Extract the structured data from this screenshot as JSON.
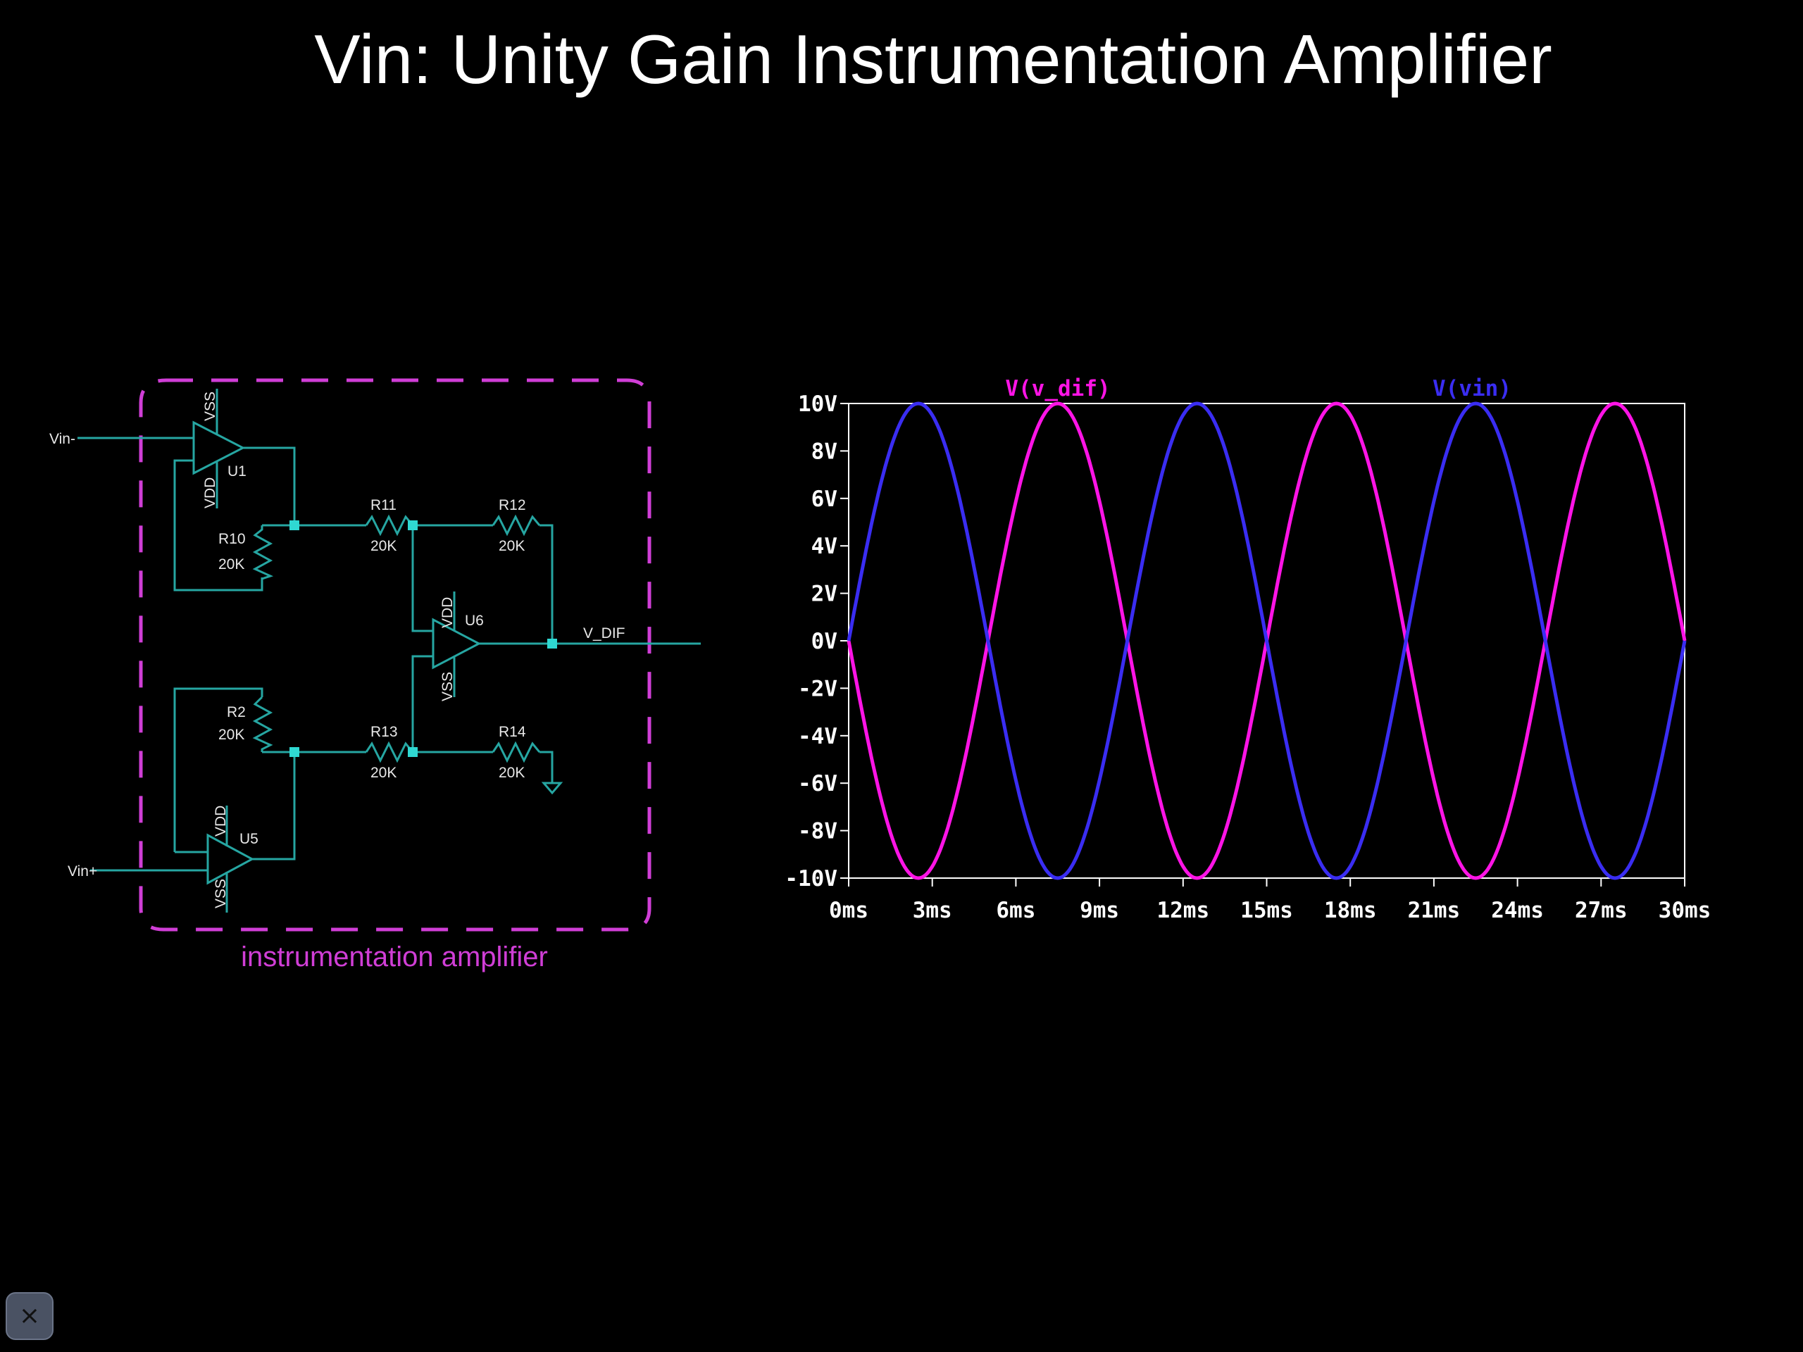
{
  "slide": {
    "title": "Vin: Unity Gain Instrumentation Amplifier",
    "close_icon": "close-icon",
    "close_glyph": "×"
  },
  "schematic": {
    "box_label": "instrumentation amplifier",
    "vin_minus": "Vin-",
    "vin_plus": "Vin+",
    "v_dif": "V_DIF",
    "u1": {
      "ref": "U1",
      "top": "VSS",
      "bottom": "VDD"
    },
    "u5": {
      "ref": "U5",
      "top": "VDD",
      "bottom": "VSS"
    },
    "u6": {
      "ref": "U6",
      "top": "VDD",
      "bottom": "VSS"
    },
    "r10": {
      "ref": "R10",
      "value": "20K"
    },
    "r11": {
      "ref": "R11",
      "value": "20K"
    },
    "r12": {
      "ref": "R12",
      "value": "20K"
    },
    "r2": {
      "ref": "R2",
      "value": "20K"
    },
    "r13": {
      "ref": "R13",
      "value": "20K"
    },
    "r14": {
      "ref": "R14",
      "value": "20K"
    }
  },
  "colors": {
    "wire": "#26a6a2",
    "box": "#d03ed6",
    "vdif": "#ff14e6",
    "vin": "#3a2df2",
    "axis": "#ffffff"
  },
  "chart_data": {
    "type": "line",
    "x_unit": "ms",
    "y_unit": "V",
    "xlim": [
      0,
      30
    ],
    "ylim": [
      -10,
      10
    ],
    "x_ticks": [
      0,
      3,
      6,
      9,
      12,
      15,
      18,
      21,
      24,
      27,
      30
    ],
    "x_tick_labels": [
      "0ms",
      "3ms",
      "6ms",
      "9ms",
      "12ms",
      "15ms",
      "18ms",
      "21ms",
      "24ms",
      "27ms",
      "30ms"
    ],
    "y_ticks": [
      10,
      8,
      6,
      4,
      2,
      0,
      -2,
      -4,
      -6,
      -8,
      -10
    ],
    "y_tick_labels": [
      "10V",
      "8V",
      "6V",
      "4V",
      "2V",
      "0V",
      "-2V",
      "-4V",
      "-6V",
      "-8V",
      "-10V"
    ],
    "series": [
      {
        "name": "V(v_dif)",
        "color": "#ff14e6",
        "x": [
          0,
          2.5,
          5,
          7.5,
          10,
          12.5,
          15,
          17.5,
          20,
          22.5,
          25,
          27.5,
          30
        ],
        "y": [
          0,
          -10,
          0,
          10,
          0,
          -10,
          0,
          10,
          0,
          -10,
          0,
          10,
          0
        ]
      },
      {
        "name": "V(vin)",
        "color": "#3a2df2",
        "x": [
          0,
          2.5,
          5,
          7.5,
          10,
          12.5,
          15,
          17.5,
          20,
          22.5,
          25,
          27.5,
          30
        ],
        "y": [
          0,
          10,
          0,
          -10,
          0,
          10,
          0,
          -10,
          0,
          10,
          0,
          -10,
          0
        ]
      }
    ]
  }
}
